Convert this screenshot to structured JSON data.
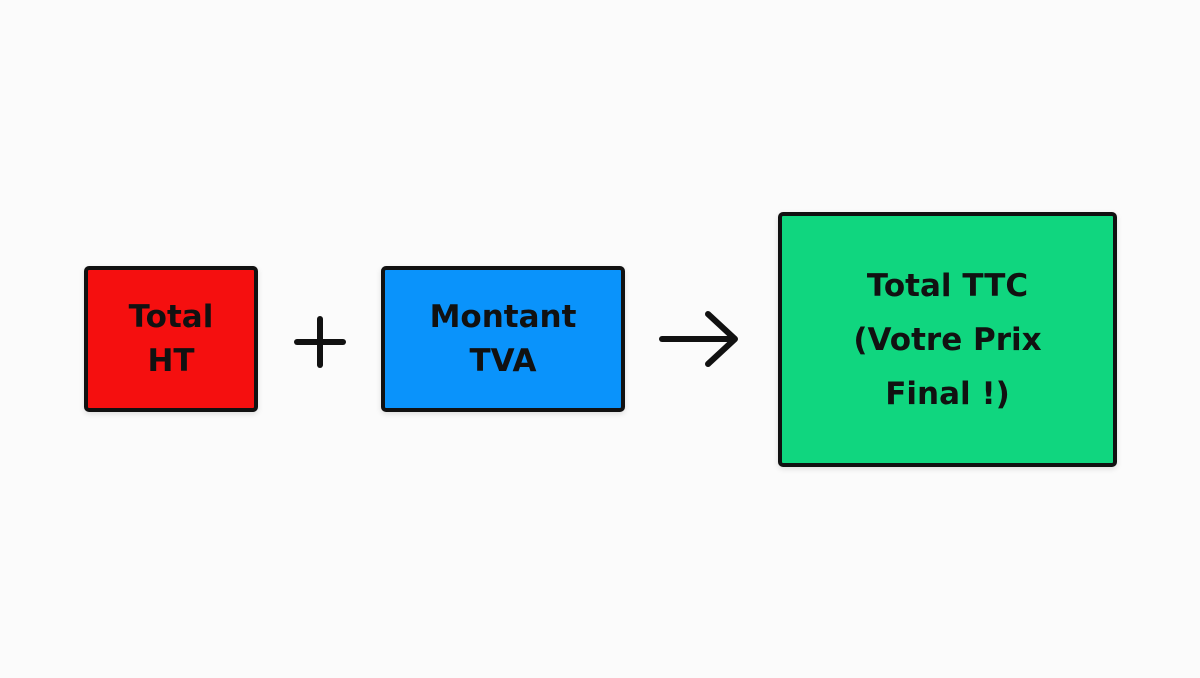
{
  "diagram": {
    "boxes": [
      {
        "id": "total-ht",
        "label": "Total\nHT",
        "color": "#f50f0f"
      },
      {
        "id": "montant-tva",
        "label": "Montant\nTVA",
        "color": "#0a93fb"
      },
      {
        "id": "total-ttc",
        "label": "Total TTC\n(Votre Prix\nFinal !)",
        "color": "#10d67f"
      }
    ],
    "operators": [
      {
        "symbol": "plus",
        "icon": "plus-icon"
      },
      {
        "symbol": "arrow",
        "icon": "arrow-right-icon"
      }
    ]
  }
}
